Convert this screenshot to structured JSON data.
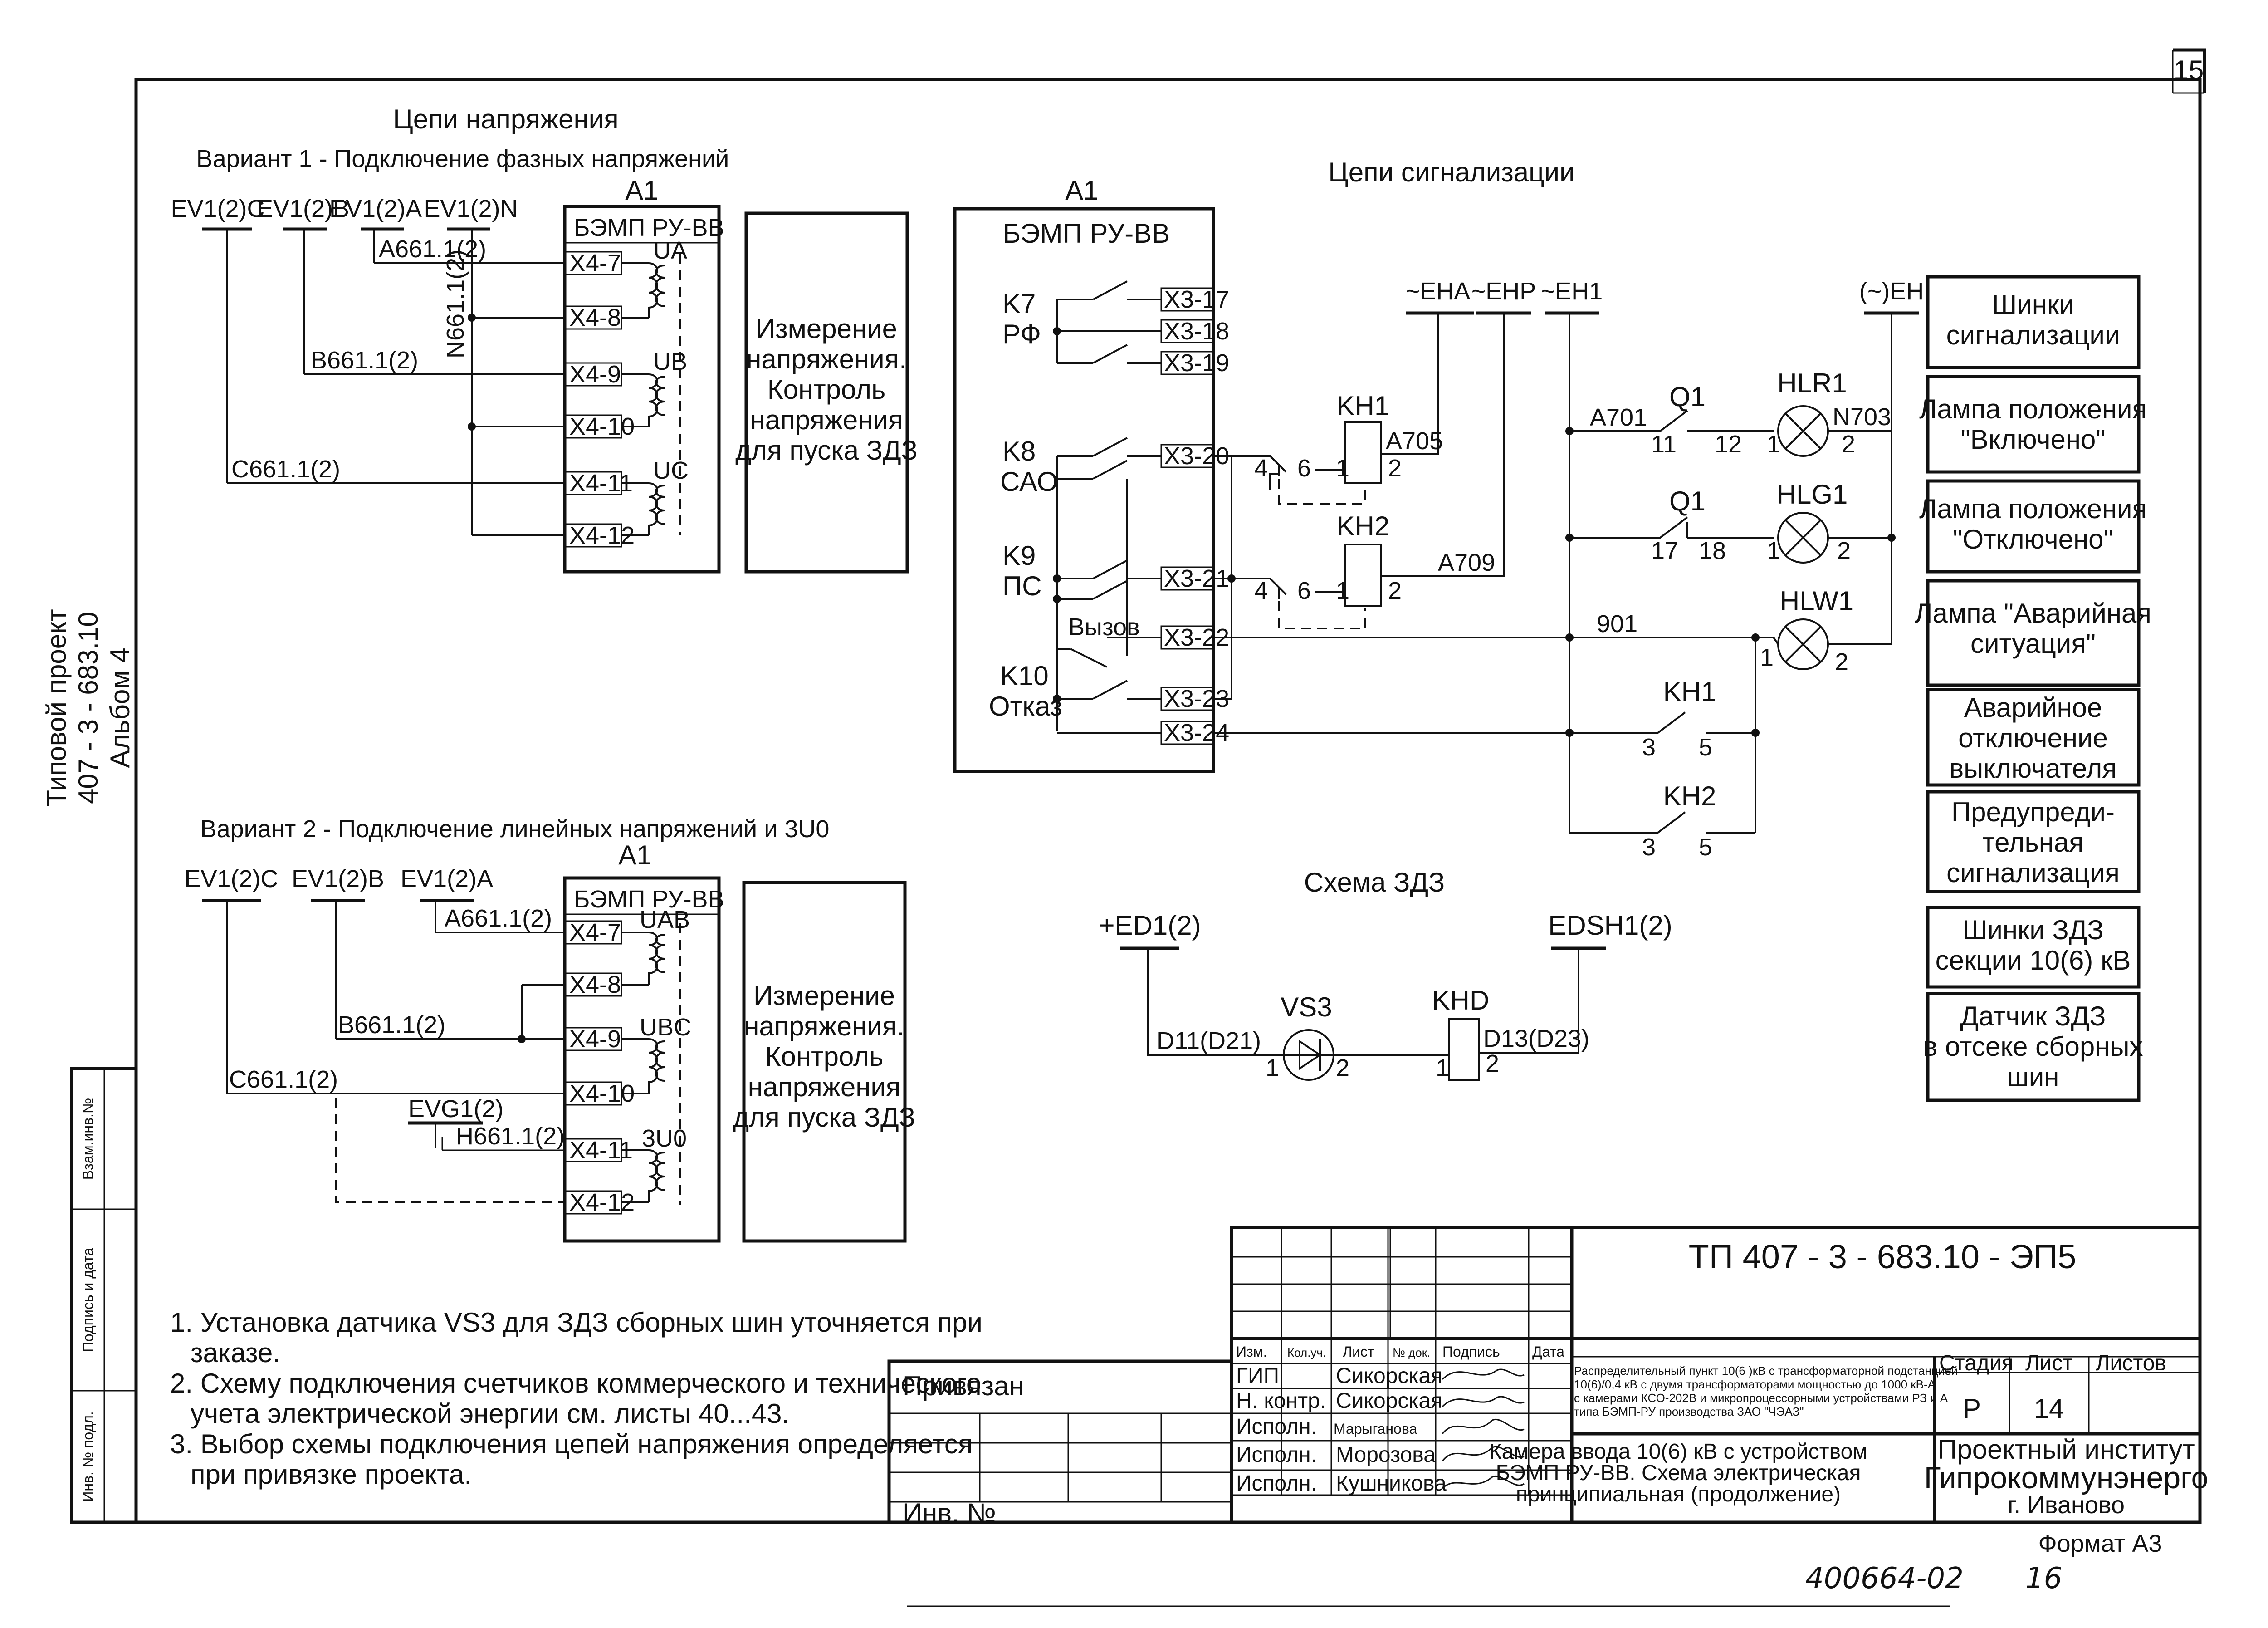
{
  "page_number": "15",
  "side_stamp": {
    "title_1": "Типовой проект",
    "title_2": "407 - 3 - 683.10",
    "title_3": "Альбом  4",
    "vzam": "Взам.инв.№",
    "podpis": "Подпись и дата",
    "inv": "Инв. № подл."
  },
  "voltage": {
    "title": "Цепи напряжения",
    "variant1": "Вариант 1 - Подключение фазных напряжений",
    "variant2": "Вариант 2 - Подключение линейных напряжений и 3U0",
    "device_ref": "A1",
    "device_name": "БЭМП РУ-ВВ",
    "v1_buses": [
      "EV1(2)C",
      "EV1(2)B",
      "EV1(2)A",
      "EV1(2)N"
    ],
    "v1_wires": [
      "A661.1(2)",
      "N661.1(2)",
      "B661.1(2)",
      "C661.1(2)"
    ],
    "v1_terminals": [
      "X4-7",
      "X4-8",
      "X4-9",
      "X4-10",
      "X4-11",
      "X4-12"
    ],
    "v1_trans": [
      "UA",
      "UB",
      "UC"
    ],
    "v2_buses": [
      "EV1(2)C",
      "EV1(2)B",
      "EV1(2)A"
    ],
    "v2_wires": [
      "A661.1(2)",
      "B661.1(2)",
      "C661.1(2)",
      "EVG1(2)",
      "H661.1(2)"
    ],
    "v2_terminals": [
      "X4-7",
      "X4-8",
      "X4-9",
      "X4-10",
      "X4-11",
      "X4-12"
    ],
    "v2_trans": [
      "UAB",
      "UBC",
      "3U0"
    ],
    "measure_text": [
      "Измерение",
      "напряжения.",
      "Контроль",
      "напряжения",
      "для пуска ЗДЗ"
    ]
  },
  "signal": {
    "title": "Цепи сигнализации",
    "device_ref": "A1",
    "device_name": "БЭМП РУ-ВВ",
    "relays": [
      {
        "name": "K7",
        "func": "РФ"
      },
      {
        "name": "K8",
        "func": "САО"
      },
      {
        "name": "K9",
        "func": "ПС"
      },
      {
        "name": "K10",
        "func": "Отказ"
      }
    ],
    "call_label": "Вызов",
    "terminals": [
      "X3-17",
      "X3-18",
      "X3-19",
      "X3-20",
      "X3-21",
      "X3-22",
      "X3-23",
      "X3-24"
    ],
    "buses": [
      "~EHA",
      "~EHP",
      "~EH1",
      "(~)EH"
    ],
    "coils": [
      "KH1",
      "KH2"
    ],
    "coil_pins": [
      "4",
      "6",
      "1",
      "2"
    ],
    "wires": [
      "A705",
      "A709",
      "A701",
      "N703",
      "901"
    ],
    "q1": "Q1",
    "q1_pins": [
      "11",
      "12",
      "17",
      "18"
    ],
    "lamps": [
      "HLR1",
      "HLG1",
      "HLW1"
    ],
    "lamp_pins": [
      "1",
      "2"
    ],
    "kh_contacts": [
      "KH1",
      "KH2"
    ],
    "kh_pins": [
      "3",
      "5"
    ],
    "legend": [
      "Шинки сигнализации",
      "Лампа положения \"Включено\"",
      "Лампа положения \"Отключено\"",
      "Лампа \"Аварийная ситуация\"",
      "Аварийное отключение выключателя",
      "Предупреди-тельная сигнализация"
    ]
  },
  "zdz": {
    "title": "Схема ЗДЗ",
    "bus_left": "+ED1(2)",
    "bus_right": "EDSH1(2)",
    "wire_left": "D11(D21)",
    "wire_right": "D13(D23)",
    "sensor": "VS3",
    "relay": "KHD",
    "pins": [
      "1",
      "2"
    ],
    "legend": [
      "Шинки ЗДЗ секции 10(6) кВ",
      "Датчик ЗДЗ в отсеке сборных шин"
    ]
  },
  "notes": [
    "1.  Установка датчика VS3 для ЗДЗ сборных шин уточняется при",
    "заказе.",
    "2.  Схему подключения счетчиков коммерческого и технического",
    "учета электрической энергии см. листы 40...43.",
    "3.  Выбор схемы подключения цепей напряжения определяется",
    "при привязке проекта."
  ],
  "tie_box": {
    "label": "Привязан",
    "inv": "Инв. №"
  },
  "title_block": {
    "code": "ТП  407 - 3 - 683.10 - ЭП5",
    "headers": [
      "Изм.",
      "Кол.уч.",
      "Лист",
      "№ док.",
      "Подпись",
      "Дата"
    ],
    "roles": [
      "ГИП",
      "Н. контр.",
      "Исполн.",
      "Исполн.",
      "Исполн."
    ],
    "names": [
      "Сикорская",
      "Сикорская",
      "Марыганова",
      "Морозова",
      "Кушникова"
    ],
    "object_desc": [
      "Распределительный пункт 10(6 )кВ с трансформаторной подстанцией",
      "10(6)/0,4 кВ с двумя трансформаторами мощностью до 1000 кВ-А",
      "с камерами КСО-202В и микропроцессорными устройствами РЗ и А",
      "типа БЭМП-РУ  производства ЗАО \"ЧЭАЗ\""
    ],
    "sheet_desc": [
      "Камера ввода 10(6) кВ с устройством",
      "БЭМП РУ-ВВ. Схема электрическая",
      "принципиальная (продолжение)"
    ],
    "stage_label": "Стадия",
    "sheet_label": "Лист",
    "sheets_label": "Листов",
    "stage": "Р",
    "sheet": "14",
    "org_1": "Проектный институт",
    "org_2": "Гипрокоммунэнерго",
    "org_3": "г. Иваново"
  },
  "format": "Формат А3",
  "handwritten": {
    "code": "400664-02",
    "num": "16"
  }
}
